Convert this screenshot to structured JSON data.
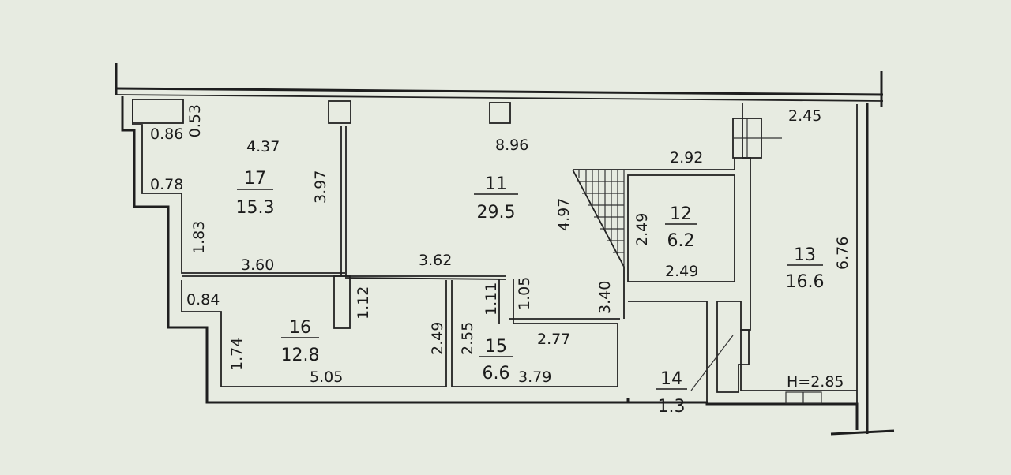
{
  "rooms": [
    {
      "id": "17",
      "number": "17",
      "area": "15.3"
    },
    {
      "id": "11",
      "number": "11",
      "area": "29.5"
    },
    {
      "id": "12",
      "number": "12",
      "area": "6.2"
    },
    {
      "id": "13",
      "number": "13",
      "area": "16.6"
    },
    {
      "id": "16",
      "number": "16",
      "area": "12.8"
    },
    {
      "id": "15",
      "number": "15",
      "area": "6.6"
    },
    {
      "id": "14",
      "number": "14",
      "area": "1.3"
    }
  ],
  "dimensions": {
    "d053": "0.53",
    "d086": "0.86",
    "d437": "4.37",
    "d078": "0.78",
    "d183": "1.83",
    "d397": "3.97",
    "d360": "3.60",
    "d896": "8.96",
    "d292": "2.92",
    "d497": "4.97",
    "d249_12v": "2.49",
    "d249_12h": "2.49",
    "d362": "3.62",
    "d245": "2.45",
    "d676": "6.76",
    "d084": "0.84",
    "d112": "1.12",
    "d111": "1.11",
    "d105": "1.05",
    "d340": "3.40",
    "d174": "1.74",
    "d249_16": "2.49",
    "d255": "2.55",
    "d277": "2.77",
    "d505": "5.05",
    "d379": "3.79"
  },
  "height_label": "H=2.85"
}
